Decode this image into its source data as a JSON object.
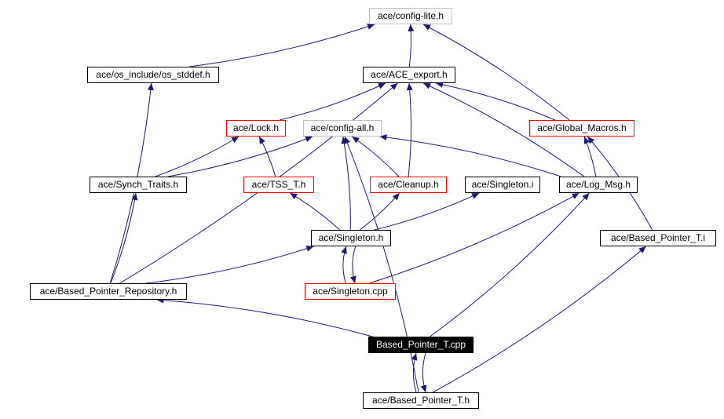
{
  "graph": {
    "edge_color": "#191970",
    "nodes": {
      "config_lite": {
        "label": "ace/config-lite.h",
        "style": "grey"
      },
      "os_stddef": {
        "label": "ace/os_include/os_stddef.h",
        "style": "black"
      },
      "ace_export": {
        "label": "ace/ACE_export.h",
        "style": "black"
      },
      "lock": {
        "label": "ace/Lock.h",
        "style": "red"
      },
      "config_all": {
        "label": "ace/config-all.h",
        "style": "grey"
      },
      "global_macros": {
        "label": "ace/Global_Macros.h",
        "style": "red"
      },
      "synch_traits": {
        "label": "ace/Synch_Traits.h",
        "style": "black"
      },
      "tss_t": {
        "label": "ace/TSS_T.h",
        "style": "red"
      },
      "cleanup": {
        "label": "ace/Cleanup.h",
        "style": "red"
      },
      "singleton_i": {
        "label": "ace/Singleton.i",
        "style": "black"
      },
      "log_msg": {
        "label": "ace/Log_Msg.h",
        "style": "black"
      },
      "singleton_h": {
        "label": "ace/Singleton.h",
        "style": "black"
      },
      "based_pointer_t_i": {
        "label": "ace/Based_Pointer_T.i",
        "style": "black"
      },
      "bp_repository": {
        "label": "ace/Based_Pointer_Repository.h",
        "style": "black"
      },
      "singleton_cpp": {
        "label": "ace/Singleton.cpp",
        "style": "red"
      },
      "bp_t_cpp": {
        "label": "Based_Pointer_T.cpp",
        "style": "current"
      },
      "bp_t_h": {
        "label": "ace/Based_Pointer_T.h",
        "style": "black"
      }
    },
    "edges": [
      {
        "from": "os_stddef",
        "to": "config_lite"
      },
      {
        "from": "ace_export",
        "to": "config_lite"
      },
      {
        "from": "global_macros",
        "to": "config_lite"
      },
      {
        "from": "lock",
        "to": "ace_export"
      },
      {
        "from": "global_macros",
        "to": "ace_export"
      },
      {
        "from": "cleanup",
        "to": "ace_export"
      },
      {
        "from": "log_msg",
        "to": "ace_export"
      },
      {
        "from": "bp_repository",
        "to": "ace_export"
      },
      {
        "from": "bp_repository",
        "to": "os_stddef"
      },
      {
        "from": "synch_traits",
        "to": "lock"
      },
      {
        "from": "tss_t",
        "to": "lock"
      },
      {
        "from": "synch_traits",
        "to": "config_all"
      },
      {
        "from": "cleanup",
        "to": "config_all"
      },
      {
        "from": "singleton_h",
        "to": "config_all"
      },
      {
        "from": "log_msg",
        "to": "config_all"
      },
      {
        "from": "bp_t_h",
        "to": "config_all"
      },
      {
        "from": "log_msg",
        "to": "global_macros"
      },
      {
        "from": "based_pointer_t_i",
        "to": "global_macros"
      },
      {
        "from": "bp_repository",
        "to": "synch_traits"
      },
      {
        "from": "singleton_h",
        "to": "tss_t"
      },
      {
        "from": "singleton_h",
        "to": "cleanup"
      },
      {
        "from": "singleton_h",
        "to": "singleton_i"
      },
      {
        "from": "singleton_cpp",
        "to": "log_msg"
      },
      {
        "from": "bp_t_cpp",
        "to": "log_msg"
      },
      {
        "from": "bp_repository",
        "to": "singleton_h"
      },
      {
        "from": "singleton_cpp",
        "to": "singleton_h"
      },
      {
        "from": "singleton_h",
        "to": "singleton_cpp"
      },
      {
        "from": "bp_t_cpp",
        "to": "bp_repository"
      },
      {
        "from": "bp_t_h",
        "to": "based_pointer_t_i"
      },
      {
        "from": "bp_t_h",
        "to": "bp_t_cpp"
      },
      {
        "from": "bp_t_cpp",
        "to": "bp_t_h"
      }
    ]
  }
}
